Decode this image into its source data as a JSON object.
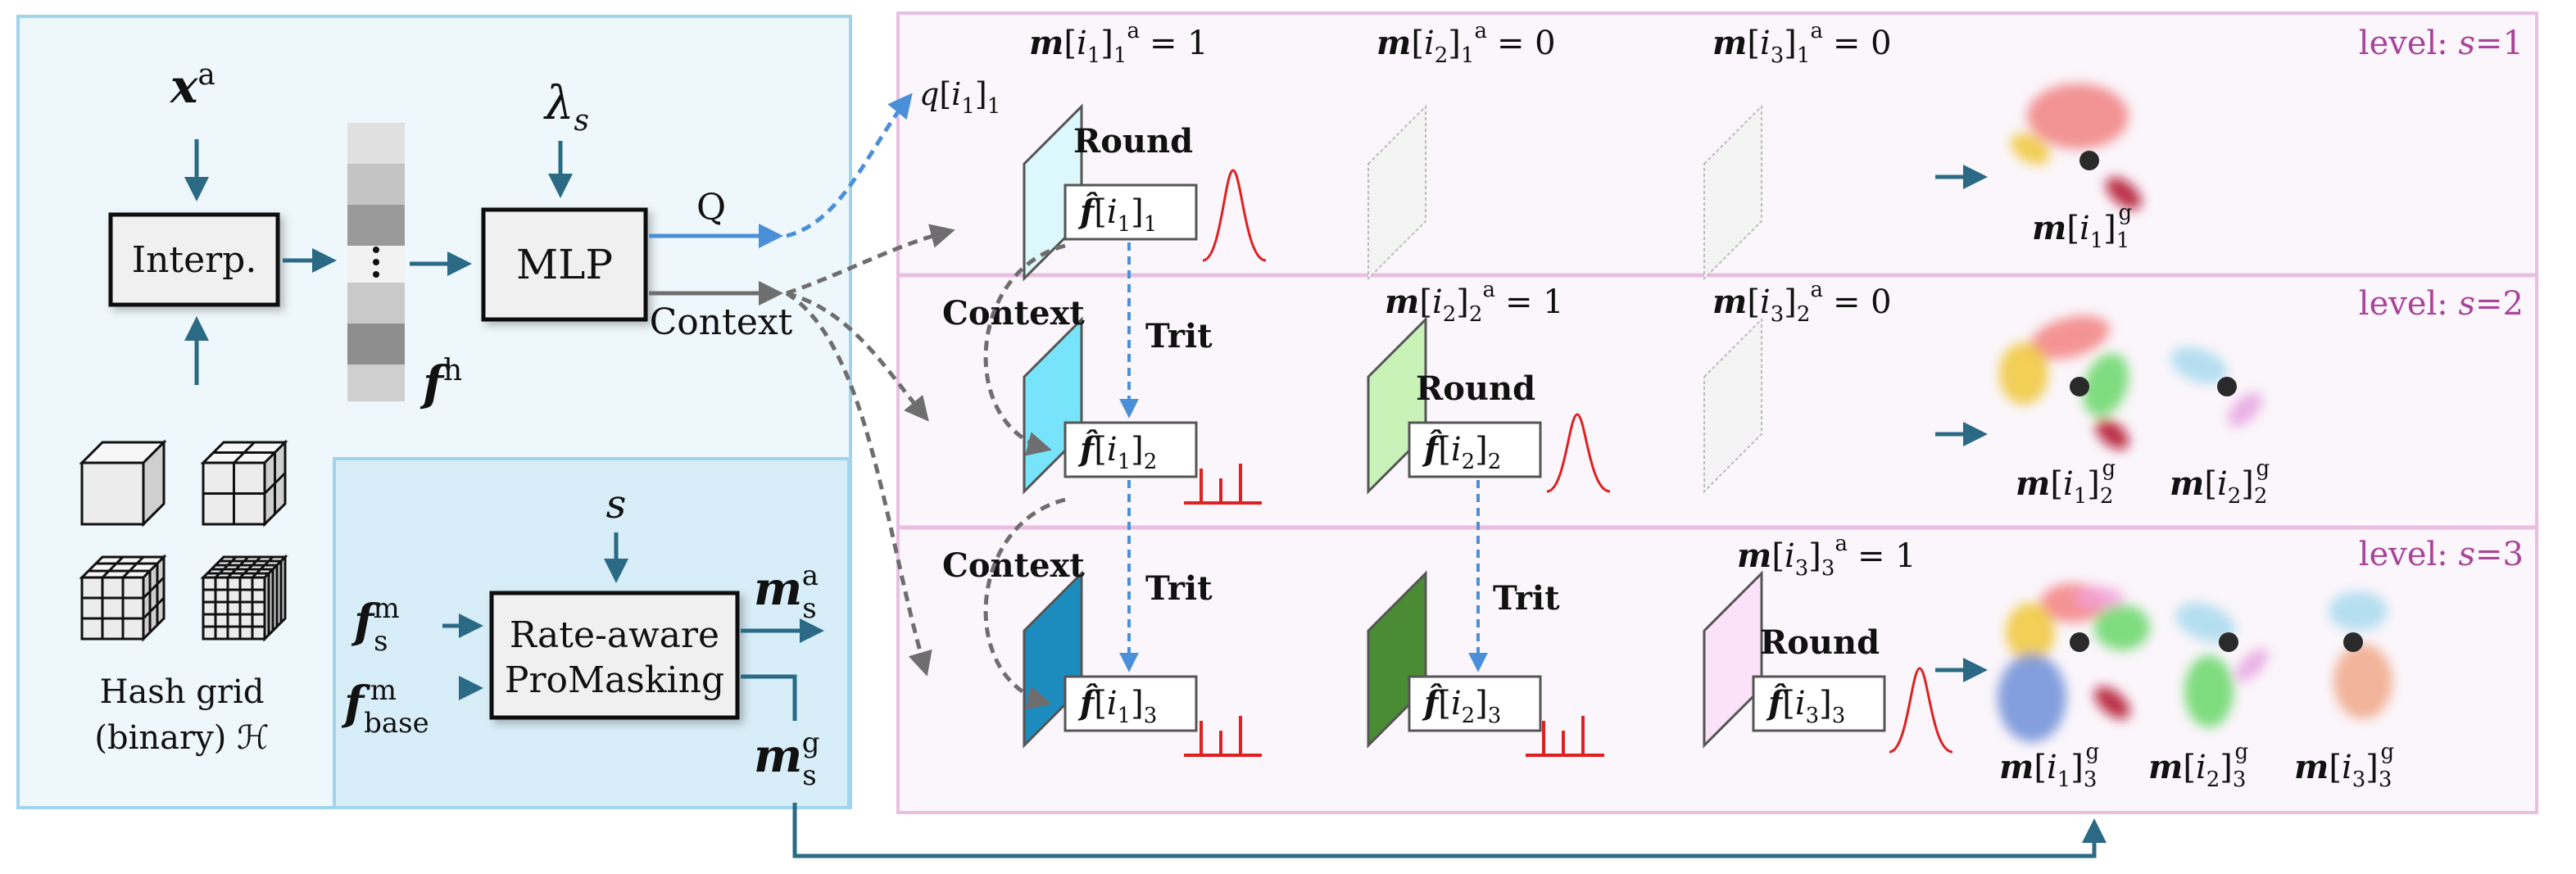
{
  "left": {
    "x_a": {
      "base": "x",
      "sup": "a"
    },
    "lambda_s": {
      "base": "λ",
      "sub": "s"
    },
    "interp_label": "Interp.",
    "mlp_label": "MLP",
    "q_label": "Q",
    "context_label": "Context",
    "f_h": {
      "base": "f",
      "sup": "h"
    },
    "hash_label_1": "Hash grid",
    "hash_label_2": "(binary) ℋ",
    "s_label": "s",
    "rate_label_1": "Rate-aware",
    "rate_label_2": "ProMasking",
    "f_s_m": {
      "base": "f",
      "sub": "s",
      "sup": "m"
    },
    "f_base_m": {
      "base": "f",
      "sub": "base",
      "sup": "m"
    },
    "m_s_a": {
      "base": "m",
      "sub": "s",
      "sup": "a"
    },
    "m_s_g": {
      "base": "m",
      "sub": "s",
      "sup": "g"
    }
  },
  "right": {
    "q_i1": {
      "pre": "q[i",
      "idx": "1",
      "post": "]",
      "sub": "1"
    },
    "levels": [
      {
        "label_prefix": "level: ",
        "var": "s",
        "value": "=1"
      },
      {
        "label_prefix": "level: ",
        "var": "s",
        "value": "=2"
      },
      {
        "label_prefix": "level: ",
        "var": "s",
        "value": "=3"
      }
    ],
    "mask_a": [
      {
        "i": "1",
        "lvl": "1",
        "val": "= 1"
      },
      {
        "i": "2",
        "lvl": "1",
        "val": "= 0"
      },
      {
        "i": "3",
        "lvl": "1",
        "val": "= 0"
      },
      {
        "i": "2",
        "lvl": "2",
        "val": "= 1"
      },
      {
        "i": "3",
        "lvl": "2",
        "val": "= 0"
      },
      {
        "i": "3",
        "lvl": "3",
        "val": "= 1"
      }
    ],
    "round_label": "Round",
    "trit_label": "Trit",
    "context_label": "Context",
    "fhat": [
      {
        "i": "1",
        "lvl": "1"
      },
      {
        "i": "1",
        "lvl": "2"
      },
      {
        "i": "2",
        "lvl": "2"
      },
      {
        "i": "1",
        "lvl": "3"
      },
      {
        "i": "2",
        "lvl": "3"
      },
      {
        "i": "3",
        "lvl": "3"
      }
    ],
    "mask_g": [
      {
        "i": "1",
        "lvl": "1"
      },
      {
        "i": "1",
        "lvl": "2"
      },
      {
        "i": "2",
        "lvl": "2"
      },
      {
        "i": "1",
        "lvl": "3"
      },
      {
        "i": "2",
        "lvl": "3"
      },
      {
        "i": "3",
        "lvl": "3"
      }
    ]
  },
  "colors": {
    "left_panel": "#eef7fb",
    "left_border": "#9fd4ec",
    "rate_panel": "#d7edf7",
    "right_panel": "#fbf6fb",
    "right_border": "#e8bfe0",
    "level_text": "#a8449a",
    "arrow_dark": "#2a6a85",
    "arrow_blue": "#4a90d9",
    "arrow_gray": "#6e6e6e",
    "curve_red": "#e02020"
  }
}
